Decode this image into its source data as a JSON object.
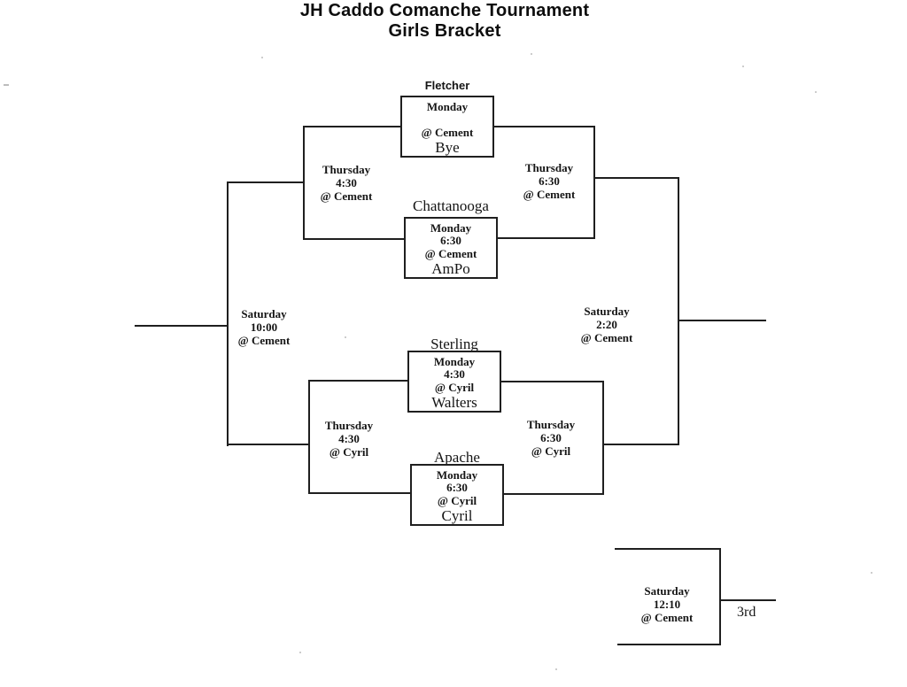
{
  "title": {
    "line1": "JH Caddo Comanche Tournament",
    "line2": "Girls Bracket"
  },
  "games": {
    "fletcher_bye": {
      "team_top": "Fletcher",
      "day": "Monday",
      "time": "",
      "venue": "@ Cement",
      "team_bottom": "Bye"
    },
    "chattanooga_ampo": {
      "team_top": "Chattanooga",
      "day": "Monday",
      "time": "6:30",
      "venue": "@ Cement",
      "team_bottom": "AmPo"
    },
    "sterling_walters": {
      "team_top": "Sterling",
      "day": "Monday",
      "time": "4:30",
      "venue": "@ Cyril",
      "team_bottom": "Walters"
    },
    "apache_cyril": {
      "team_top": "Apache",
      "day": "Monday",
      "time": "6:30",
      "venue": "@ Cyril",
      "team_bottom": "Cyril"
    }
  },
  "rounds": {
    "thursday_upper_left": {
      "day": "Thursday",
      "time": "4:30",
      "venue": "@ Cement"
    },
    "thursday_upper_right": {
      "day": "Thursday",
      "time": "6:30",
      "venue": "@ Cement"
    },
    "thursday_lower_left": {
      "day": "Thursday",
      "time": "4:30",
      "venue": "@ Cyril"
    },
    "thursday_lower_right": {
      "day": "Thursday",
      "time": "6:30",
      "venue": "@ Cyril"
    },
    "saturday_left": {
      "day": "Saturday",
      "time": "10:00",
      "venue": "@ Cement"
    },
    "saturday_right": {
      "day": "Saturday",
      "time": "2:20",
      "venue": "@ Cement"
    },
    "third_place": {
      "day": "Saturday",
      "time": "12:10",
      "venue": "@ Cement",
      "place_label": "3rd"
    }
  },
  "line_color": "#1f1f1f"
}
